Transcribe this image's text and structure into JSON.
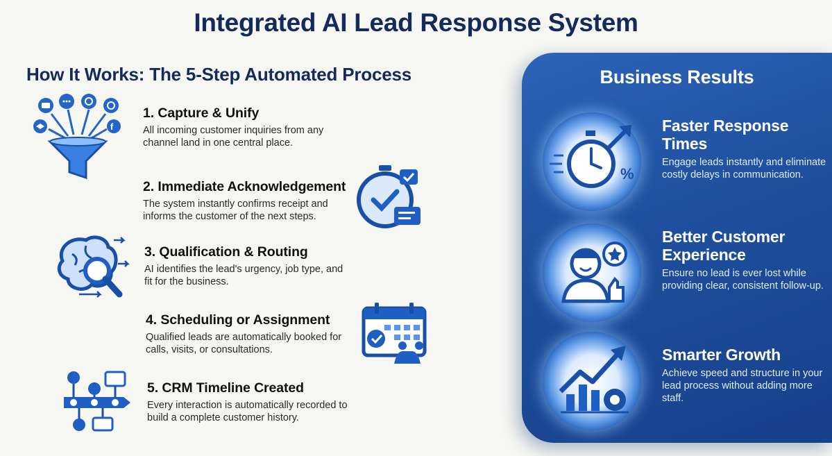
{
  "title": "Integrated AI Lead Response System",
  "subtitle": "How It Works: The 5-Step Automated Process",
  "steps": [
    {
      "title": "1. Capture & Unify",
      "desc": "All incoming customer inquiries from any channel land in one central place.",
      "icon": "funnel-icon"
    },
    {
      "title": "2. Immediate Acknowledgement",
      "desc": "The system instantly confirms receipt and informs the customer of the next steps.",
      "icon": "stopwatch-check-icon"
    },
    {
      "title": "3. Qualification & Routing",
      "desc": "AI identifies the lead's urgency, job type, and fit for the business.",
      "icon": "brain-magnifier-icon"
    },
    {
      "title": "4. Scheduling or Assignment",
      "desc": "Qualified leads are automatically booked for calls, visits, or consultations.",
      "icon": "calendar-handshake-icon"
    },
    {
      "title": "5. CRM Timeline Created",
      "desc": "Every interaction is automatically recorded to build a complete customer history.",
      "icon": "timeline-icon"
    }
  ],
  "results": {
    "title": "Business Results",
    "items": [
      {
        "title": "Faster Response Times",
        "desc": "Engage leads instantly and eliminate costly delays in communication.",
        "icon": "stopwatch-arrow-icon"
      },
      {
        "title": "Better Customer Experience",
        "desc": "Ensure no lead is ever lost while providing clear, consistent follow-up.",
        "icon": "happy-customer-icon"
      },
      {
        "title": "Smarter Growth",
        "desc": "Achieve speed and structure in your lead process without adding more staff.",
        "icon": "growth-chart-icon"
      }
    ]
  },
  "colors": {
    "navy": "#152a5c",
    "blue": "#1f5fc4",
    "panel": "#1f4f9e"
  }
}
